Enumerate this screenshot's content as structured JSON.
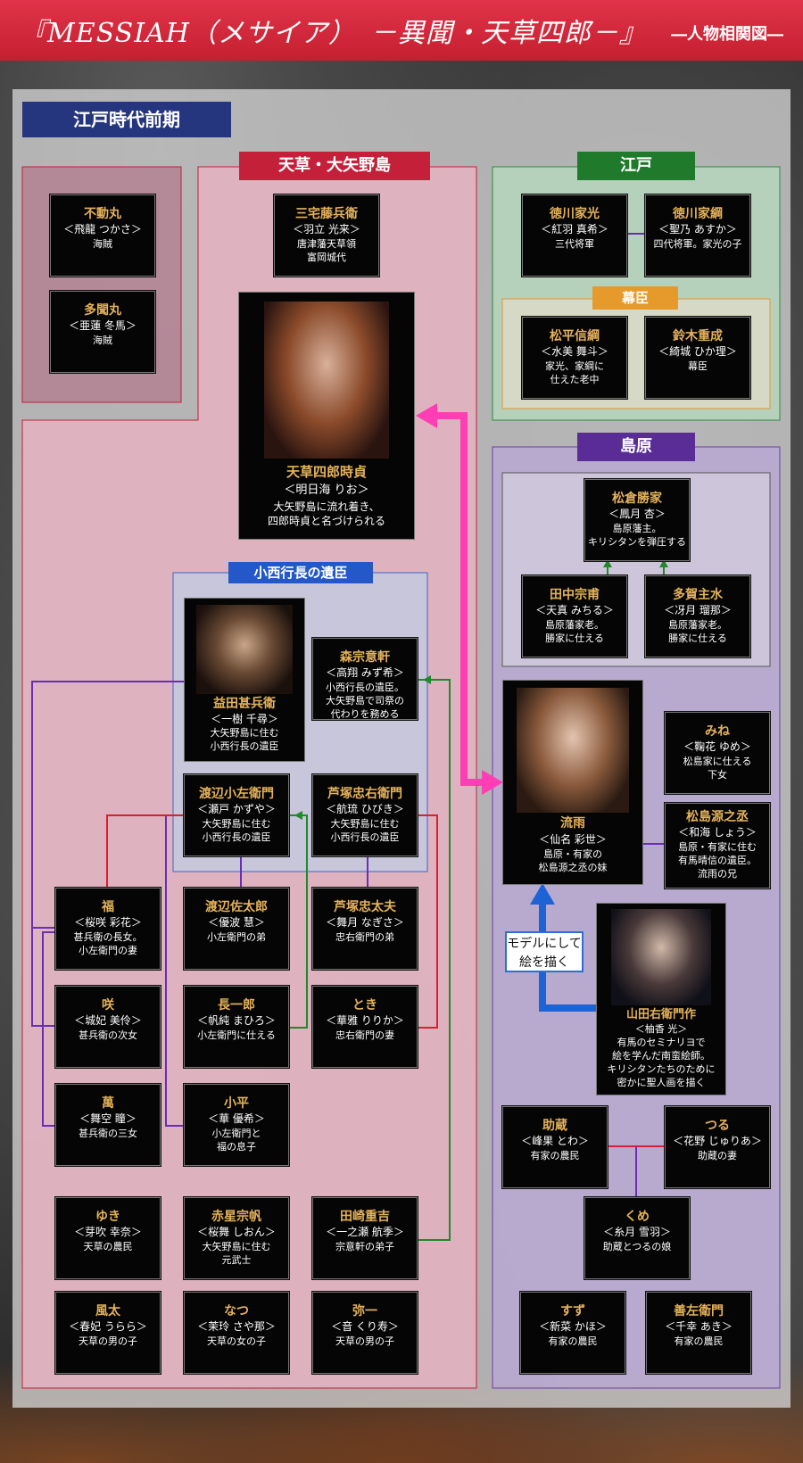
{
  "header": {
    "title": "『MESSIAH（メサイア）　－異聞・天草四郎－』",
    "subtitle": "―人物相関図―"
  },
  "era": "江戸時代前期",
  "zones": {
    "amakusa": "天草・大矢野島",
    "konishi": "小西行長の遺臣",
    "edo": "江戸",
    "bakushin": "幕臣",
    "shimabara": "島原"
  },
  "note": "モデルにして絵を描く",
  "colors": {
    "header": "#d82a3e",
    "era": "#26367e",
    "name": "#e5b25a",
    "arrow_pink": "#ff3db4",
    "arrow_blue": "#1e63d6"
  },
  "people": {
    "fudomaru": {
      "name": "不動丸",
      "actor": "＜飛龍 つかさ＞",
      "desc": "海賊"
    },
    "tamonmaru": {
      "name": "多聞丸",
      "actor": "＜亜蓮 冬馬＞",
      "desc": "海賊"
    },
    "miyake": {
      "name": "三宅藤兵衛",
      "actor": "＜羽立 光来＞",
      "desc": "唐津藩天草領\n富岡城代"
    },
    "shiro": {
      "name": "天草四郎時貞",
      "actor": "＜明日海 りお＞",
      "desc": "大矢野島に流れ着き、\n四郎時貞と名づけられる"
    },
    "iemitsu": {
      "name": "徳川家光",
      "actor": "＜紅羽 真希＞",
      "desc": "三代将軍"
    },
    "ietsuna": {
      "name": "徳川家綱",
      "actor": "＜聖乃 あすか＞",
      "desc": "四代将軍。家光の子"
    },
    "matsudaira": {
      "name": "松平信綱",
      "actor": "＜水美 舞斗＞",
      "desc": "家光、家綱に\n仕えた老中"
    },
    "suzuki": {
      "name": "鈴木重成",
      "actor": "＜綺城 ひか理＞",
      "desc": "幕臣"
    },
    "matsukura": {
      "name": "松倉勝家",
      "actor": "＜鳳月 杏＞",
      "desc": "島原藩主。\nキリシタンを弾圧する"
    },
    "tanaka": {
      "name": "田中宗甫",
      "actor": "＜天真 みちる＞",
      "desc": "島原藩家老。\n勝家に仕える"
    },
    "taga": {
      "name": "多賀主水",
      "actor": "＜冴月 瑠那＞",
      "desc": "島原藩家老。\n勝家に仕える"
    },
    "masuda": {
      "name": "益田甚兵衛",
      "actor": "＜一樹 千尋＞",
      "desc": "大矢野島に住む\n小西行長の遺臣"
    },
    "mori": {
      "name": "森宗意軒",
      "actor": "＜高翔 みず希＞",
      "desc": "小西行長の遺臣。\n大矢野島で司祭の\n代わりを務める"
    },
    "watanabe": {
      "name": "渡辺小左衛門",
      "actor": "＜瀬戸 かずや＞",
      "desc": "大矢野島に住む\n小西行長の遺臣"
    },
    "ashizuka": {
      "name": "芦塚忠右衛門",
      "actor": "＜航琉 ひびき＞",
      "desc": "大矢野島に住む\n小西行長の遺臣"
    },
    "ryuu": {
      "name": "流雨",
      "actor": "＜仙名 彩世＞",
      "desc": "島原・有家の\n松島源之丞の妹"
    },
    "mine": {
      "name": "みね",
      "actor": "＜鞠花 ゆめ＞",
      "desc": "松島家に仕える\n下女"
    },
    "matsushima": {
      "name": "松島源之丞",
      "actor": "＜和海 しょう＞",
      "desc": "島原・有家に住む\n有馬晴信の遺臣。\n流雨の兄"
    },
    "fuku": {
      "name": "福",
      "actor": "＜桜咲 彩花＞",
      "desc": "甚兵衛の長女。\n小左衛門の妻"
    },
    "watanabe_sataro": {
      "name": "渡辺佐太郎",
      "actor": "＜優波 慧＞",
      "desc": "小左衛門の弟"
    },
    "ashizuka_tadayu": {
      "name": "芦塚忠太夫",
      "actor": "＜舞月 なぎさ＞",
      "desc": "忠右衛門の弟"
    },
    "saki": {
      "name": "咲",
      "actor": "＜城妃 美伶＞",
      "desc": "甚兵衛の次女"
    },
    "choichiro": {
      "name": "長一郎",
      "actor": "＜帆純 まひろ＞",
      "desc": "小左衛門に仕える"
    },
    "toki": {
      "name": "とき",
      "actor": "＜華雅 りりか＞",
      "desc": "忠右衛門の妻"
    },
    "yamada": {
      "name": "山田右衛門作",
      "actor": "＜柚香 光＞",
      "desc": "有馬のセミナリヨで\n絵を学んだ南蛮絵師。\nキリシタンたちのために\n密かに聖人画を描く"
    },
    "man": {
      "name": "萬",
      "actor": "＜舞空 瞳＞",
      "desc": "甚兵衛の三女"
    },
    "kohei": {
      "name": "小平",
      "actor": "＜華 優希＞",
      "desc": "小左衛門と\n福の息子"
    },
    "sukezo": {
      "name": "助蔵",
      "actor": "＜峰果 とわ＞",
      "desc": "有家の農民"
    },
    "tsuru": {
      "name": "つる",
      "actor": "＜花野 じゅりあ＞",
      "desc": "助蔵の妻"
    },
    "yuki": {
      "name": "ゆき",
      "actor": "＜芽吹 幸奈＞",
      "desc": "天草の農民"
    },
    "akaboshi": {
      "name": "赤星宗帆",
      "actor": "＜桜舞 しおん＞",
      "desc": "大矢野島に住む\n元武士"
    },
    "tasaki": {
      "name": "田崎重吉",
      "actor": "＜一之瀬 航季＞",
      "desc": "宗意軒の弟子"
    },
    "kume": {
      "name": "くめ",
      "actor": "＜糸月 雪羽＞",
      "desc": "助蔵とつるの娘"
    },
    "futa": {
      "name": "風太",
      "actor": "＜春妃 うらら＞",
      "desc": "天草の男の子"
    },
    "natsu": {
      "name": "なつ",
      "actor": "＜茉玲 さや那＞",
      "desc": "天草の女の子"
    },
    "yaichi": {
      "name": "弥一",
      "actor": "＜音 くり寿＞",
      "desc": "天草の男の子"
    },
    "suzu": {
      "name": "すず",
      "actor": "＜新菜 かほ＞",
      "desc": "有家の農民"
    },
    "zenzaemon": {
      "name": "善左衛門",
      "actor": "＜千幸 あき＞",
      "desc": "有家の農民"
    }
  }
}
